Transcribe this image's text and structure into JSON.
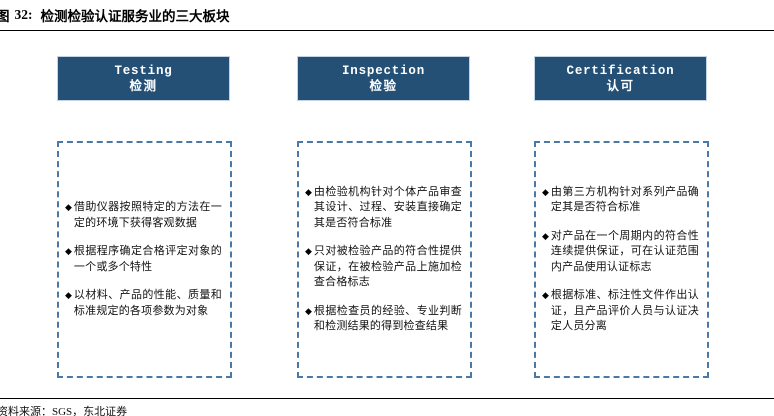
{
  "figure": {
    "label": "图",
    "number": "32:",
    "title": "检测检验认证服务业的三大板块"
  },
  "colors": {
    "header_fill": "#245076",
    "header_border": "#c3d4e5",
    "dashed_border": "#4a79a8",
    "text": "#111111",
    "rule": "#000000"
  },
  "columns": [
    {
      "header_en": "Testing",
      "header_zh": "检测",
      "bullet_marker": "◆",
      "bullets": [
        "借助仪器按照特定的方法在一定的环境下获得客观数据",
        "根据程序确定合格评定对象的一个或多个特性",
        "以材料、产品的性能、质量和标准规定的各项参数为对象"
      ]
    },
    {
      "header_en": "Inspection",
      "header_zh": "检验",
      "bullet_marker": "◆",
      "bullets": [
        "由检验机构针对个体产品审查其设计、过程、安装直接确定其是否符合标准",
        "只对被检验产品的符合性提供保证，在被检验产品上施加检查合格标志",
        "根据检查员的经验、专业判断和检测结果的得到检查结果"
      ]
    },
    {
      "header_en": "Certification",
      "header_zh": "认可",
      "bullet_marker": "◆",
      "bullets": [
        "由第三方机构针对系列产品确定其是否符合标准",
        "对产品在一个周期内的符合性连续提供保证，可在认证范围内产品使用认证标志",
        "根据标准、标注性文件作出认证，且产品评价人员与认证决定人员分离"
      ]
    }
  ],
  "footer": {
    "source": "资料来源：SGS，东北证券"
  }
}
